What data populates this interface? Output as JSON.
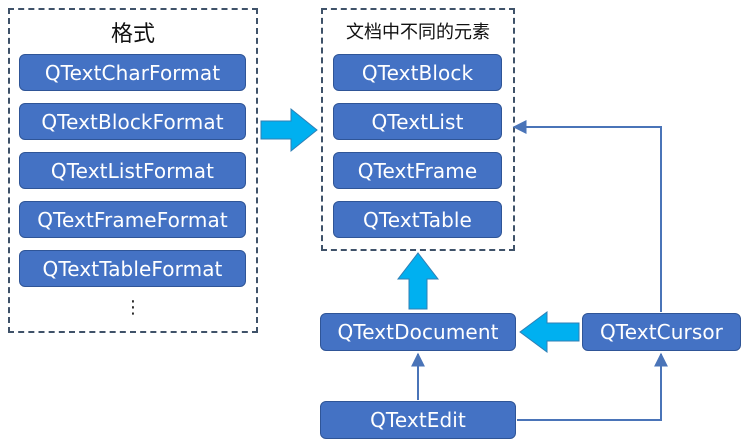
{
  "format_group": {
    "title": "格式",
    "items": [
      "QTextCharFormat",
      "QTextBlockFormat",
      "QTextListFormat",
      "QTextFrameFormat",
      "QTextTableFormat"
    ],
    "ellipsis": "⋮"
  },
  "elements_group": {
    "title": "文档中不同的元素",
    "items": [
      "QTextBlock",
      "QTextList",
      "QTextFrame",
      "QTextTable"
    ]
  },
  "classes": {
    "document": "QTextDocument",
    "cursor": "QTextCursor",
    "edit": "QTextEdit"
  },
  "colors": {
    "node_fill": "#4472c4",
    "node_border": "#2f5597",
    "big_arrow": "#00b0f0",
    "connector": "#4a74b8",
    "group_border": "#3f5269"
  }
}
